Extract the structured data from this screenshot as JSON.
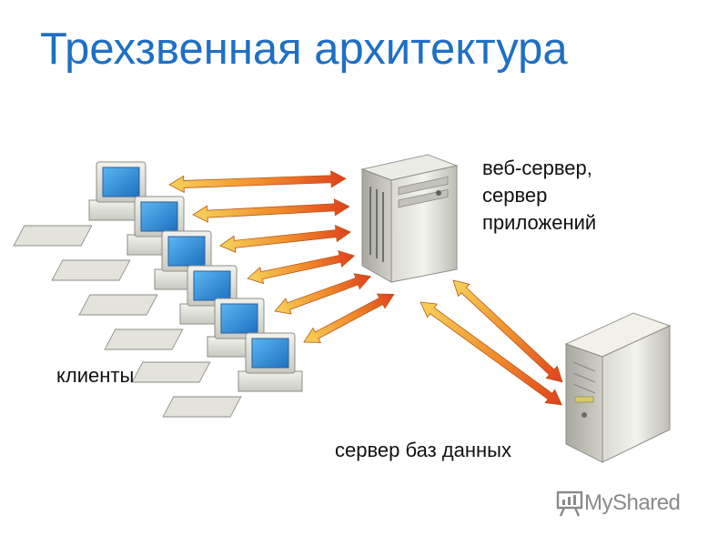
{
  "slide": {
    "title": "Трехзвенная архитектура"
  },
  "labels": {
    "web_server": [
      "веб-сервер,",
      "сервер",
      "приложений"
    ],
    "clients": "клиенты",
    "db_server": "сервер баз данных"
  },
  "watermark": {
    "text": "MyShared",
    "icon": "presentation-board-icon"
  },
  "colors": {
    "title": "#1f6fc5",
    "arrow_start": "#f7d35a",
    "arrow_end": "#e0401c",
    "monitor_screen": "#2a8fd8"
  }
}
